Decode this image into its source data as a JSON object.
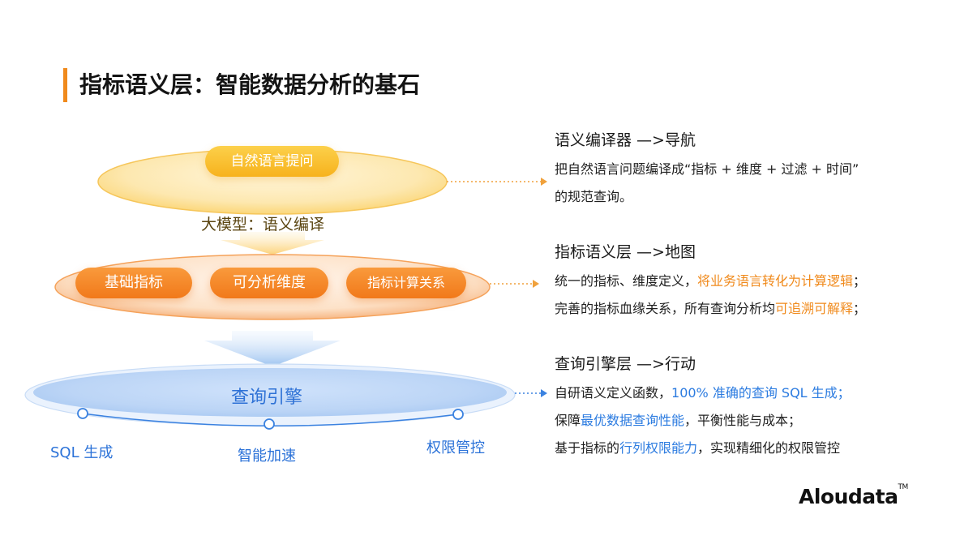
{
  "title": "指标语义层：智能数据分析的基石",
  "diagram": {
    "question_pill": "自然语言提问",
    "llm_label": "大模型：语义编译",
    "metric_pills": [
      "基础指标",
      "可分析维度",
      "指标计算关系"
    ],
    "engine_label": "查询引擎",
    "engine_caps": [
      "SQL 生成",
      "智能加速",
      "权限管控"
    ]
  },
  "panels": [
    {
      "heading": "语义编译器 —>导航",
      "lines": [
        {
          "a": "把自然语言问题编译成“指标 + 维度 + 过滤 + 时间”",
          "hl": "",
          "b": ""
        },
        {
          "a": "的规范查询。",
          "hl": "",
          "b": ""
        }
      ]
    },
    {
      "heading": "指标语义层 —>地图",
      "lines": [
        {
          "a": "统一的指标、维度定义，",
          "hl": "将业务语言转化为计算逻辑",
          "b": "；"
        },
        {
          "a": "完善的指标血缘关系，所有查询分析均",
          "hl": "可追溯可解释",
          "b": "；"
        }
      ]
    },
    {
      "heading": "查询引擎层 —>行动",
      "lines": [
        {
          "a": "自研语义定义函数，",
          "hl": "100% 准确的查询 SQL 生成；",
          "b": ""
        },
        {
          "a": "保障",
          "hl": "最优数据查询性能",
          "b": "，平衡性能与成本；"
        },
        {
          "a": "基于指标的",
          "hl": "行列权限能力",
          "b": "，实现精细化的权限管控"
        }
      ]
    }
  ],
  "logo": {
    "text": "Aloudata",
    "tm": "TM"
  },
  "colors": {
    "accent_orange": "#f08a1c",
    "accent_blue": "#2b7be0",
    "accent_yellow": "#f7b21d"
  }
}
